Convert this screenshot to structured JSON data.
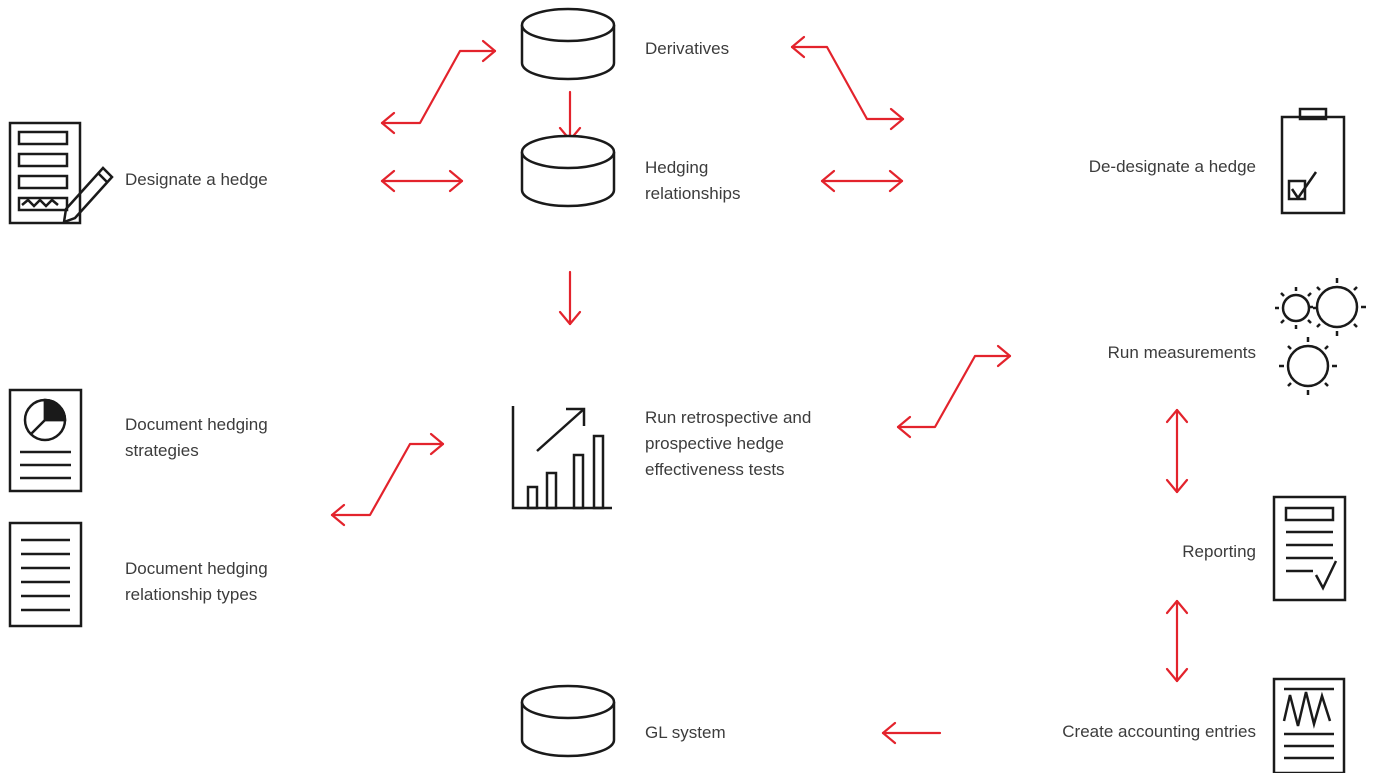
{
  "diagram": {
    "accent_color": "#e3232c",
    "icon_color": "#1a1a1a",
    "text_color": "#3c3c3c",
    "labels": {
      "derivatives": "Derivatives",
      "hedging_relationships": [
        "Hedging",
        "relationships"
      ],
      "designate": "Designate a hedge",
      "dedesignate": "De-designate a hedge",
      "run_measurements": "Run measurements",
      "effectiveness_tests": [
        "Run retrospective and",
        "prospective hedge",
        "effectiveness tests"
      ],
      "doc_strategies": [
        "Document hedging",
        "strategies"
      ],
      "doc_relationship_types": [
        "Document hedging",
        "relationship types"
      ],
      "reporting": "Reporting",
      "create_entries": "Create accounting entries",
      "gl_system": "GL system"
    },
    "icons": {
      "derivatives": "database-icon",
      "hedging_relationships": "database-icon",
      "gl_system": "database-icon",
      "designate": "form-signature-icon",
      "dedesignate": "clipboard-checkmark-icon",
      "run_measurements": "gears-icon",
      "effectiveness_tests": "bar-chart-trend-icon",
      "doc_strategies": "document-pie-chart-icon",
      "doc_relationship_types": "document-lines-icon",
      "reporting": "report-checkmark-icon",
      "create_entries": "ledger-graph-icon"
    }
  }
}
